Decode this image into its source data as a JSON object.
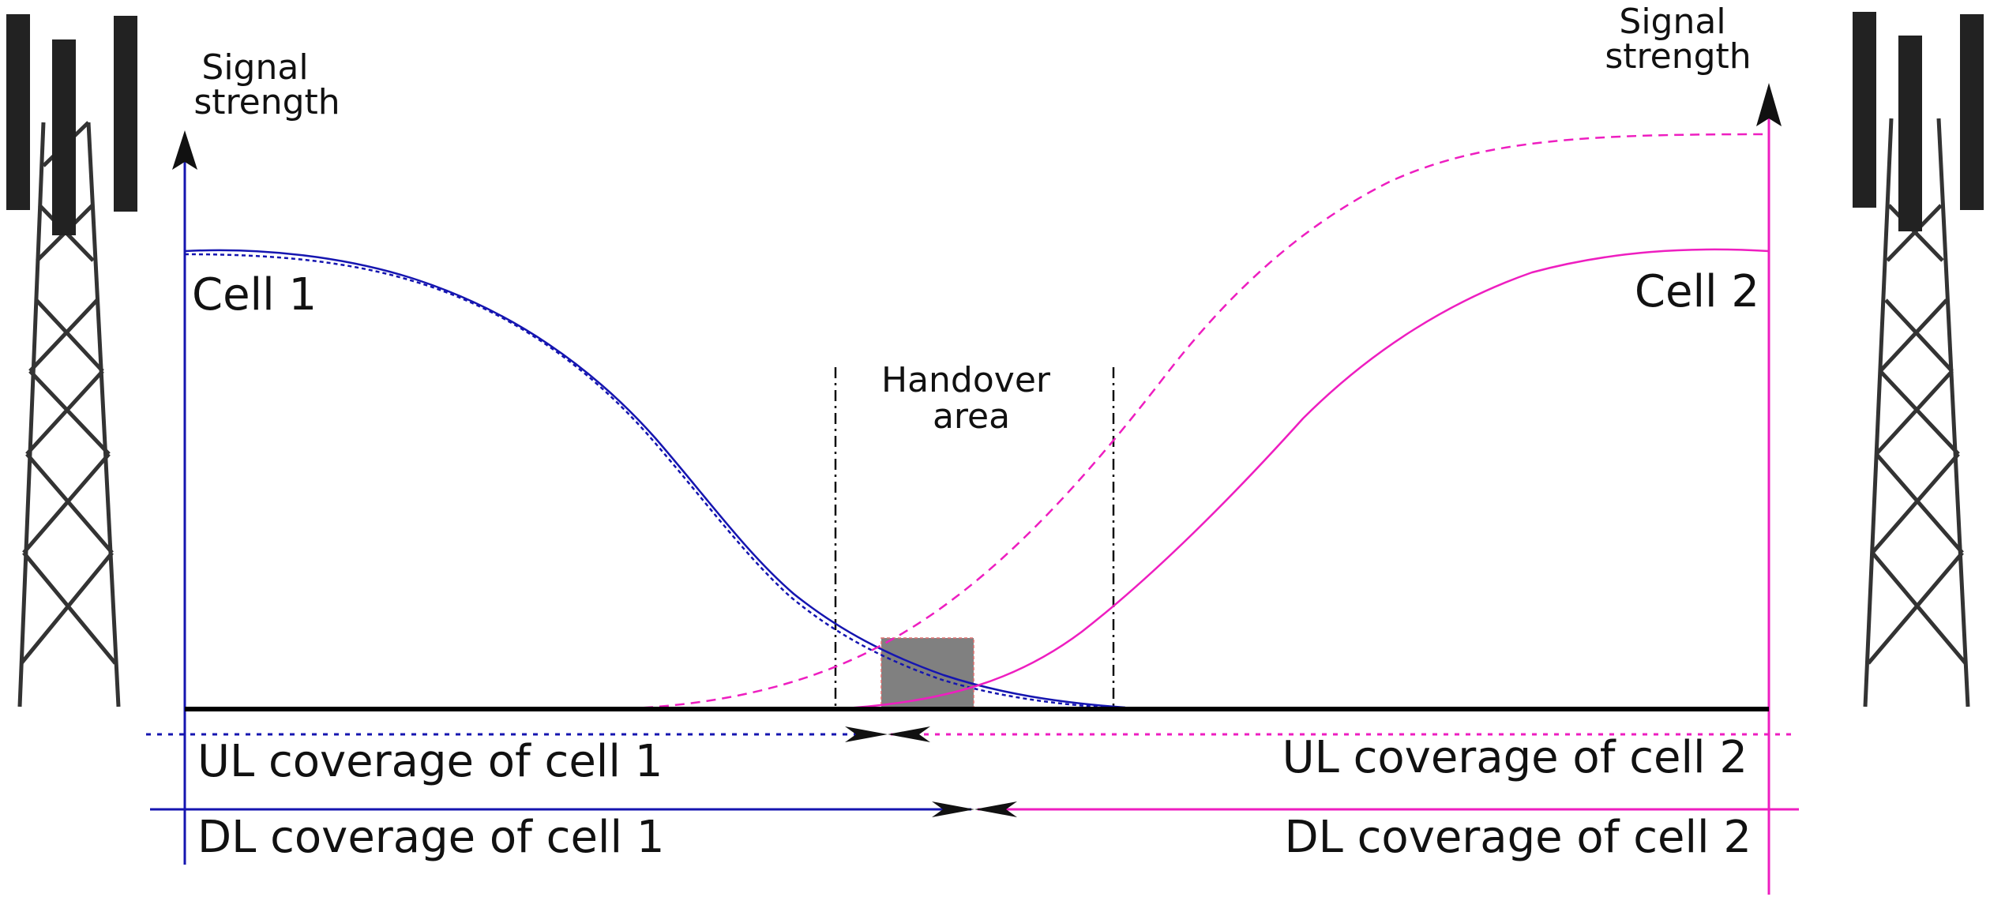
{
  "axis_labels": {
    "left": [
      "Signal",
      "strength"
    ],
    "right": [
      "Signal",
      "strength"
    ]
  },
  "cells": {
    "cell1": {
      "label": "Cell 1",
      "color": "#1515b0"
    },
    "cell2": {
      "label": "Cell 2",
      "color": "#ee1ec0"
    }
  },
  "handover": {
    "label": [
      "Handover",
      "area"
    ]
  },
  "coverage": {
    "ul_cell1": "UL coverage of cell 1",
    "ul_cell2": "UL coverage of cell 2",
    "dl_cell1": "DL coverage of cell 1",
    "dl_cell2": "DL coverage of cell 2"
  },
  "icons": {
    "left_tower": "cell-tower-icon",
    "right_tower": "cell-tower-icon"
  },
  "colors": {
    "baseline": "#000000",
    "tower": "#222222",
    "handover_box": "#808080"
  }
}
